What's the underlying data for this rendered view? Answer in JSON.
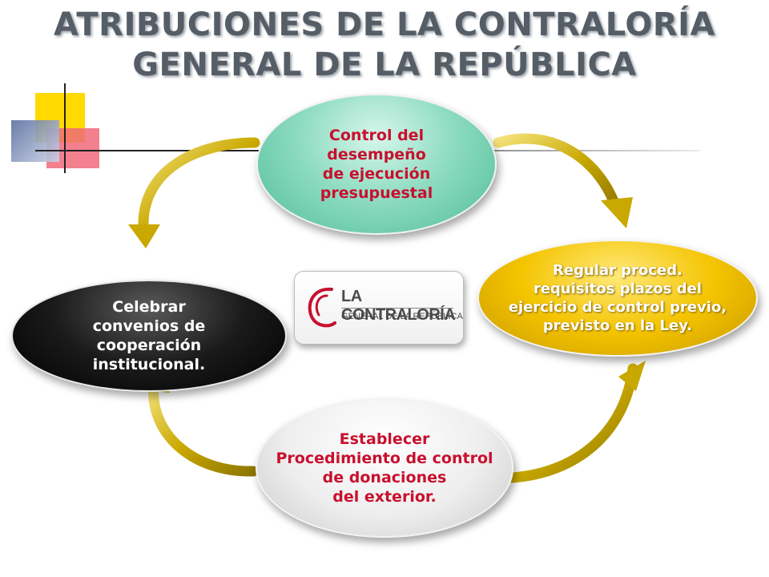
{
  "title": {
    "line1": "ATRIBUCIONES DE LA  CONTRALORÍA",
    "line2": "GENERAL DE LA REPÚBLICA"
  },
  "nodes": {
    "top": {
      "text": "Control del\ndesempeño\nde ejecución\npresupuestal",
      "color": "#5ccaa3"
    },
    "right": {
      "text": "Regular proced.\nrequisitos  plazos del\nejercicio de  control previo,\nprevisto en la Ley.",
      "color": "#f4c400"
    },
    "bottom": {
      "text": "Establecer\nProcedimiento de control\nde donaciones\ndel exterior.",
      "color": "#e8e8e8"
    },
    "left": {
      "text": "Celebrar\nconvenios de\ncooperación\ninstitucional.",
      "color": "#000000"
    }
  },
  "logo": {
    "line1": "LA CONTRALORÍA",
    "line2": "GENERAL DE LA REPÚBLICA",
    "accent_color": "#c8102e"
  },
  "colors": {
    "text_red": "#c8102e",
    "arrow_gold": "#c9a800",
    "title_gray": "#555d66"
  }
}
